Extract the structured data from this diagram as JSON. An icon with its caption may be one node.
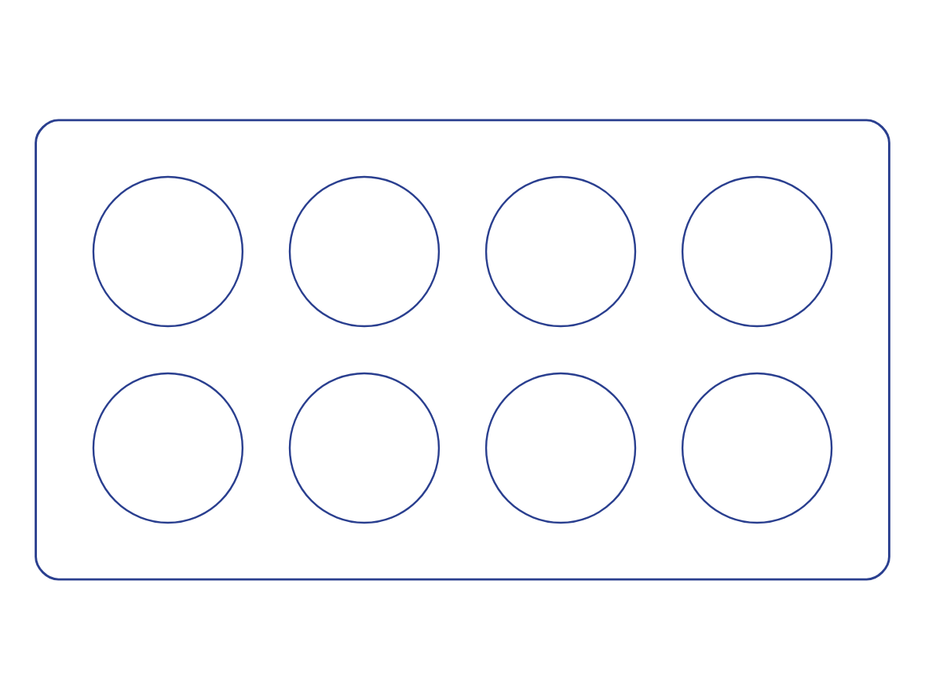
{
  "diagram": {
    "nodes": [
      {
        "text": [],
        "shape": "cloud"
      },
      {
        "text": [],
        "shape": "circle",
        "in": 0
      },
      {
        "text": [],
        "shape": "circle",
        "in": 0
      },
      {
        "text": [],
        "shape": "circle",
        "in": 0
      },
      {
        "text": [],
        "shape": "circle",
        "in": 0
      },
      {
        "text": [],
        "shape": "circle",
        "in": 0
      },
      {
        "text": [],
        "shape": "circle",
        "in": 0
      },
      {
        "text": [],
        "shape": "circle",
        "in": 0
      },
      {
        "text": [],
        "shape": "circle",
        "in": 0
      }
    ]
  }
}
